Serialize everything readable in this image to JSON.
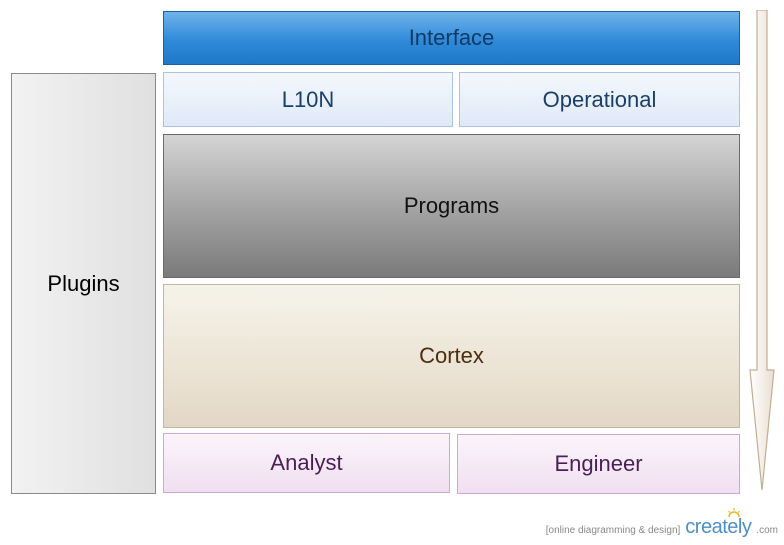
{
  "diagram": {
    "blocks": {
      "interface": "Interface",
      "l10n": "L10N",
      "operational": "Operational",
      "programs": "Programs",
      "cortex": "Cortex",
      "analyst": "Analyst",
      "engineer": "Engineer",
      "plugins": "Plugins"
    }
  },
  "footer": {
    "tagline": "[online diagramming & design]",
    "brand": "creately",
    "brand_suffix": ".com"
  },
  "colors": {
    "interface": "#2f8ad9",
    "programs": "#a6a6a6",
    "cortex": "#ebe3d4",
    "user_roles": "#f0dff1",
    "plugins": "#e8e8e8",
    "brand": "#4d8fc8"
  }
}
